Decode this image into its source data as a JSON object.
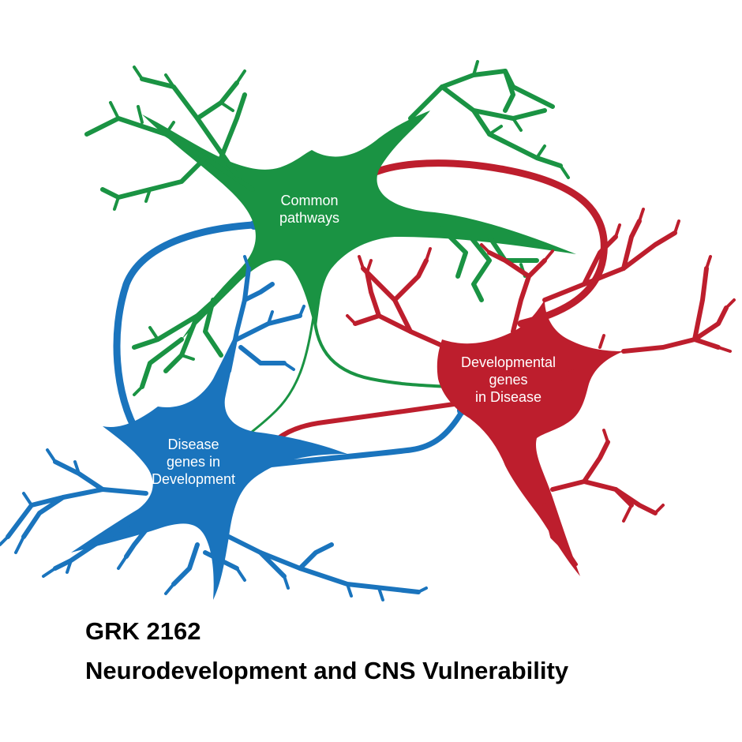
{
  "colors": {
    "green": "#1a9343",
    "blue": "#1a74bd",
    "red": "#bd1e2d",
    "text": "#000000",
    "label_text": "#ffffff"
  },
  "neurons": {
    "green": {
      "label": "Common\npathways",
      "color_key": "green"
    },
    "blue": {
      "label": "Disease\ngenes in\nDevelopment",
      "color_key": "blue"
    },
    "red": {
      "label": "Developmental\ngenes\nin Disease",
      "color_key": "red"
    }
  },
  "footer": {
    "line1": "GRK 2162",
    "line2": "Neurodevelopment and CNS Vulnerability"
  }
}
